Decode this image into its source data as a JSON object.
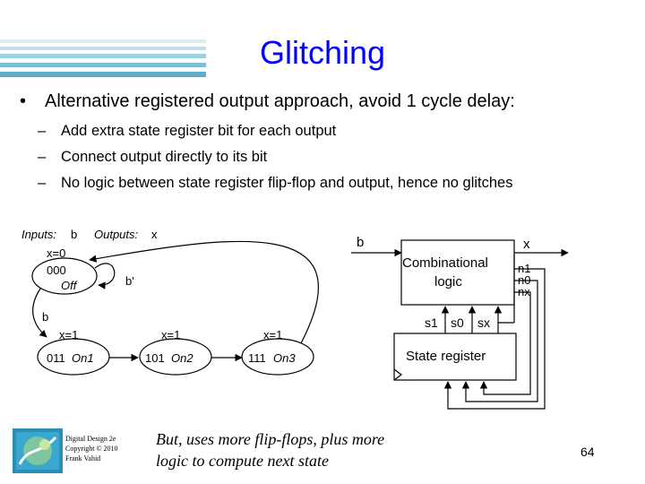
{
  "title": "Glitching",
  "bullet": "Alternative registered output approach, avoid 1 cycle delay:",
  "subbullets": [
    "Add extra state register bit for each output",
    "Connect output directly to its bit",
    "No logic between state register flip-flop and output, hence no glitches"
  ],
  "fsm": {
    "inputs_label": "Inputs:",
    "inputs_value": "b",
    "outputs_label": "Outputs:",
    "outputs_value": "x",
    "states": [
      {
        "output": "x=0",
        "code": "000",
        "name": "Off"
      },
      {
        "output": "x=1",
        "code": "011",
        "name": "On1"
      },
      {
        "output": "x=1",
        "code": "101",
        "name": "On2"
      },
      {
        "output": "x=1",
        "code": "111",
        "name": "On3"
      }
    ],
    "transitions": {
      "self_loop": "b'",
      "off_to_on1": "b"
    }
  },
  "circuit": {
    "input_b": "b",
    "output_x": "x",
    "comb_line1": "Combinational",
    "comb_line2": "logic",
    "next_signals": [
      "n1",
      "n0",
      "nx"
    ],
    "state_signals": [
      "s1",
      "s0",
      "sx"
    ],
    "register": "State register"
  },
  "credit": [
    "Digital Design 2e",
    "Copyright © 2010",
    "Frank Vahid"
  ],
  "note": [
    "But, uses more flip-flops, plus more",
    "logic to compute next state"
  ],
  "page_number": "64",
  "colors": {
    "title": "#0000ff",
    "decoration": "#6bb3c8"
  }
}
